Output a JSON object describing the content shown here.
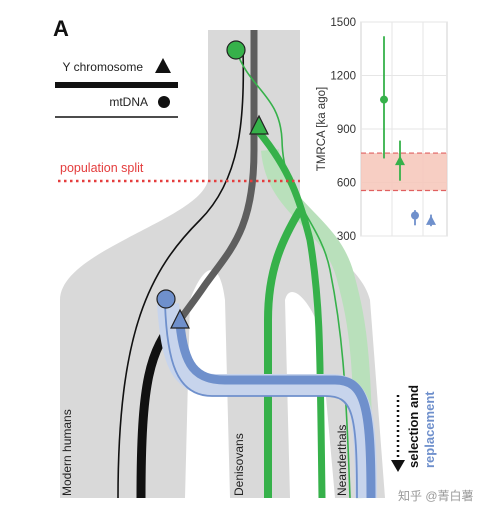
{
  "figure": {
    "panel_label": "A",
    "legend": {
      "y_chromosome": "Y chromosome",
      "mtdna": "mtDNA"
    },
    "population_split": "population split",
    "lineages": {
      "modern": "Modern humans",
      "denisovans": "Denisovans",
      "neanderthals": "Neanderthals"
    },
    "annotation": {
      "line1": "selection and",
      "line2": "replacement"
    },
    "watermark": "知乎 @菁白薯"
  },
  "colors": {
    "population_band": "#d9d9d9",
    "modern": "#111111",
    "denisovan_trunk": "#5e5e5e",
    "archaic": "#36b14a",
    "archaic_light": "#b9e0bb",
    "replacement": "#6f90cc",
    "replacement_light": "#c7d4ec",
    "split_line": "#e43d3d",
    "shade": "#f6c6b8",
    "shade_edge": "#e06060",
    "grid": "#e6e6e6"
  },
  "chart_data": {
    "type": "scatter",
    "ylabel": "TMRCA [ka ago]",
    "ylim": [
      300,
      1500
    ],
    "yticks": [
      300,
      600,
      900,
      1200,
      1500
    ],
    "shaded_band": [
      555,
      765
    ],
    "series": [
      {
        "name": "mtDNA",
        "marker": "circle",
        "color": "#36b14a",
        "x": 1,
        "y": 1065,
        "err_low": 735,
        "err_high": 1420
      },
      {
        "name": "Y chromosome",
        "marker": "triangle",
        "color": "#36b14a",
        "x": 2,
        "y": 720,
        "err_low": 610,
        "err_high": 835
      },
      {
        "name": "mtDNA",
        "marker": "circle",
        "color": "#6f90cc",
        "x": 3,
        "y": 415,
        "err_low": 360,
        "err_high": 445
      },
      {
        "name": "Y chromosome",
        "marker": "triangle",
        "color": "#6f90cc",
        "x": 4,
        "y": 385,
        "err_low": 355,
        "err_high": 420
      }
    ]
  }
}
